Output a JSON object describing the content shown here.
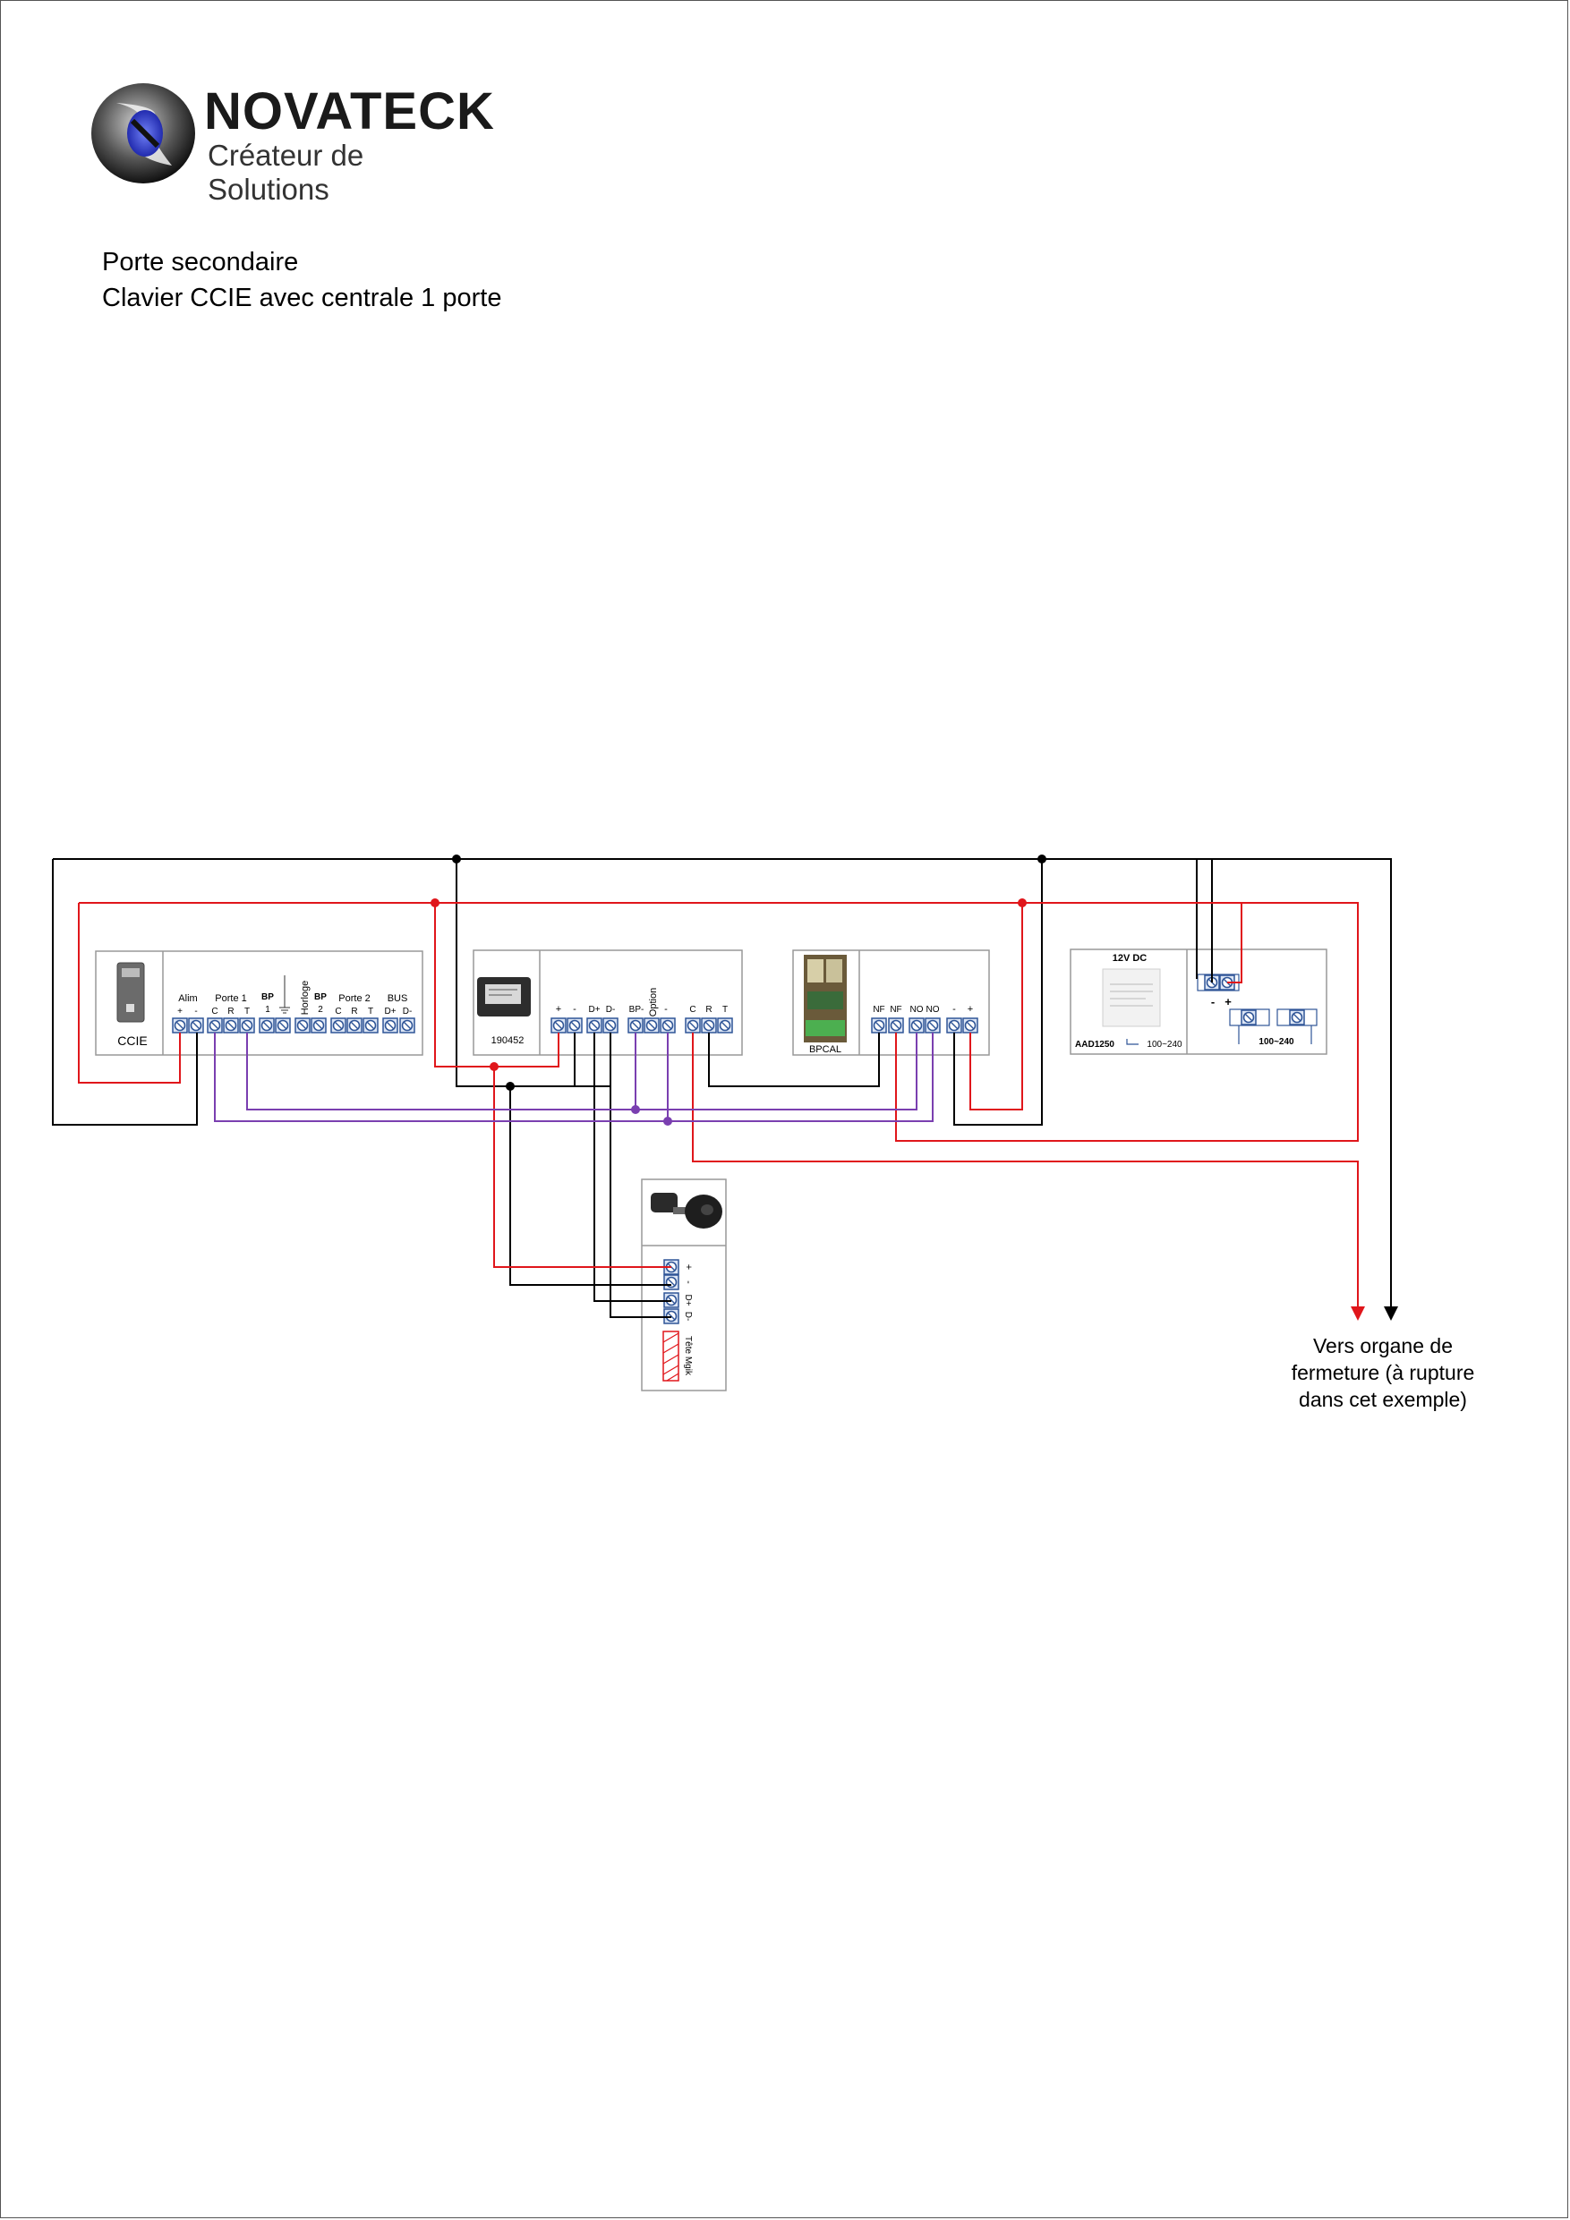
{
  "header": {
    "logo_name": "NOVATECK",
    "logo_tagline": "Créateur de Solutions",
    "line1": "Porte secondaire",
    "line2": "Clavier CCIE avec centrale 1 porte"
  },
  "colors": {
    "power_positive": "#e0161b",
    "power_negative": "#000000",
    "signal": "#7a3fb0",
    "terminal": "#2f5597",
    "terminal_fill": "#dbe5f5"
  },
  "modules": {
    "ccie": {
      "name": "CCIE",
      "group_alim": "Alim",
      "group_porte1": "Porte 1",
      "group_bp1": "BP",
      "group_bp1_num": "1",
      "group_horloge": "Horloge",
      "group_bp2": "BP",
      "group_bp2_num": "2",
      "group_porte2": "Porte 2",
      "group_bus": "BUS",
      "alim_plus": "+",
      "alim_minus": "-",
      "p1_c": "C",
      "p1_r": "R",
      "p1_t": "T",
      "p2_c": "C",
      "p2_r": "R",
      "p2_t": "T",
      "bus_dplus": "D+",
      "bus_dminus": "D-"
    },
    "centrale": {
      "name": "190452",
      "plus": "+",
      "minus": "-",
      "dplus": "D+",
      "dminus": "D-",
      "bp": "BP-",
      "option": "Option",
      "option_minus": "-",
      "c": "C",
      "r": "R",
      "t": "T"
    },
    "bpcal": {
      "name": "BPCAL",
      "nf1": "NF",
      "nf2": "NF",
      "no1": "NO",
      "no2": "NO",
      "minus": "-",
      "plus": "+"
    },
    "psu": {
      "title": "12V DC",
      "model": "AAD1250",
      "input_left": "100~240",
      "input_right": "100~240",
      "out_minus": "-",
      "out_plus": "+"
    },
    "reader": {
      "plus": "+",
      "minus": "-",
      "dplus": "D+",
      "dminus": "D-",
      "head_label": "Tête Mgik"
    }
  },
  "note": {
    "line1": "Vers organe de",
    "line2": "fermeture (à rupture",
    "line3": "dans cet exemple)"
  }
}
